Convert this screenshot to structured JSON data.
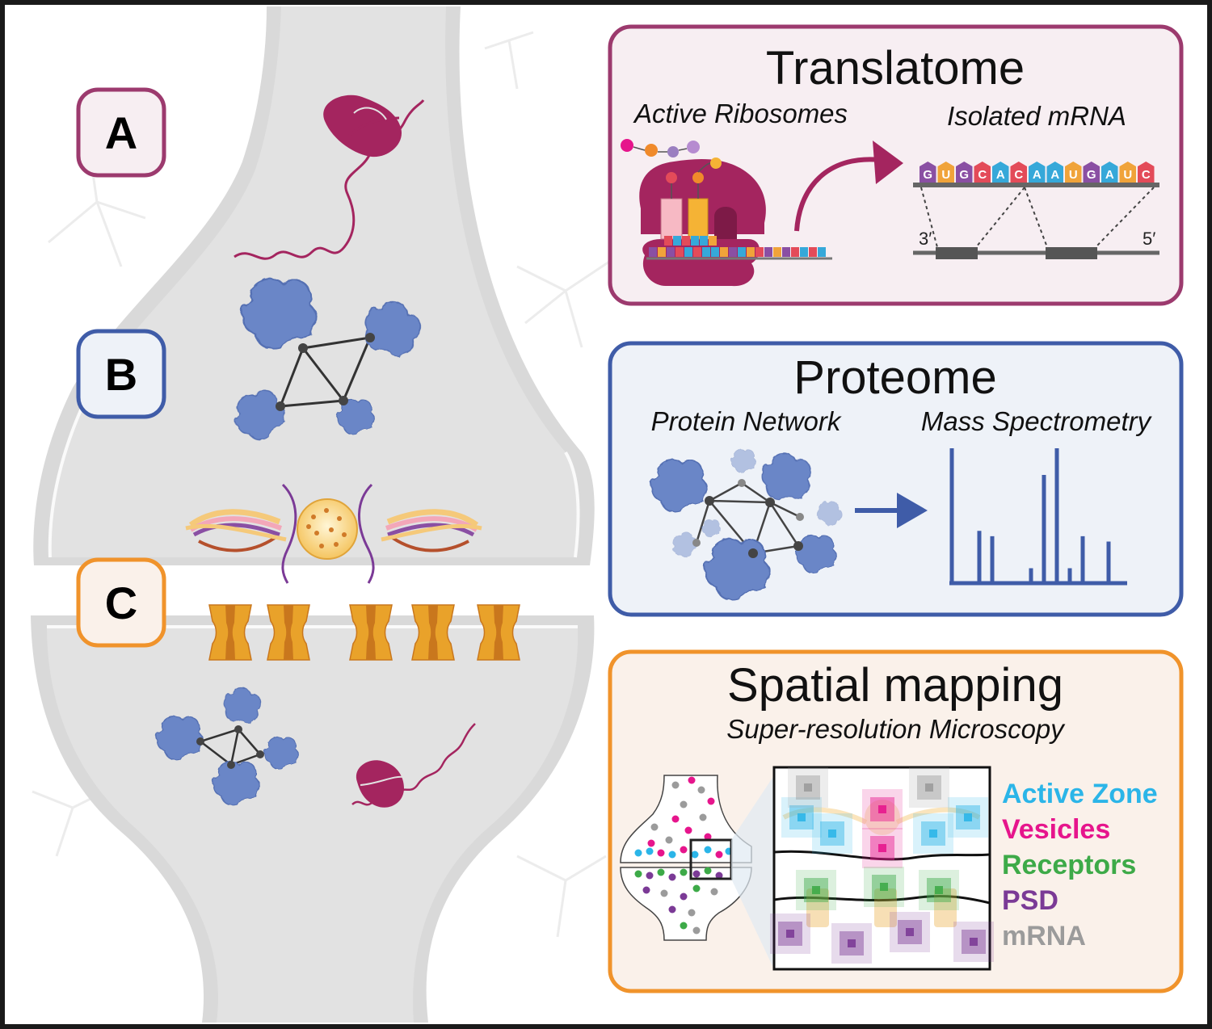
{
  "labels": {
    "a": "A",
    "b": "B",
    "c": "C"
  },
  "translatome": {
    "title": "Translatome",
    "left_subtitle": "Active Ribosomes",
    "right_subtitle": "Isolated mRNA",
    "sequence": [
      "G",
      "U",
      "G",
      "C",
      "A",
      "C",
      "A",
      "A",
      "U",
      "G",
      "A",
      "U",
      "C"
    ],
    "end_left": "3′",
    "end_right": "5′",
    "border_color": "#9c3a6e",
    "fill_color": "#f7eef2"
  },
  "proteome": {
    "title": "Proteome",
    "left_subtitle": "Protein Network",
    "right_subtitle": "Mass Spectrometry",
    "spectrum_peaks": [
      0,
      0.38,
      0.34,
      0,
      0,
      0.1,
      0.8,
      1.0,
      0.1,
      0.34,
      0,
      0.3
    ],
    "border_color": "#3f5ca8",
    "fill_color": "#eef2f8"
  },
  "spatial": {
    "title": "Spatial mapping",
    "subtitle": "Super-resolution Microscopy",
    "legend": [
      {
        "label": "Active Zone",
        "color": "#2bb5e8"
      },
      {
        "label": "Vesicles",
        "color": "#e6158c"
      },
      {
        "label": "Receptors",
        "color": "#3daa48"
      },
      {
        "label": "PSD",
        "color": "#7b3a96"
      },
      {
        "label": "mRNA",
        "color": "#9b9b9b"
      }
    ],
    "border_color": "#f0932b",
    "fill_color": "#faf1ea"
  },
  "colors": {
    "ribosome": "#a4255f",
    "protein": "#6a86c7",
    "channel": "#e9a22a",
    "channel_dark": "#c9771d",
    "membrane": "#d9d9d9",
    "nucleotides": {
      "G": "#8a4fa3",
      "U": "#f0a33a",
      "C": "#e34b59",
      "A": "#36a8d9"
    }
  }
}
